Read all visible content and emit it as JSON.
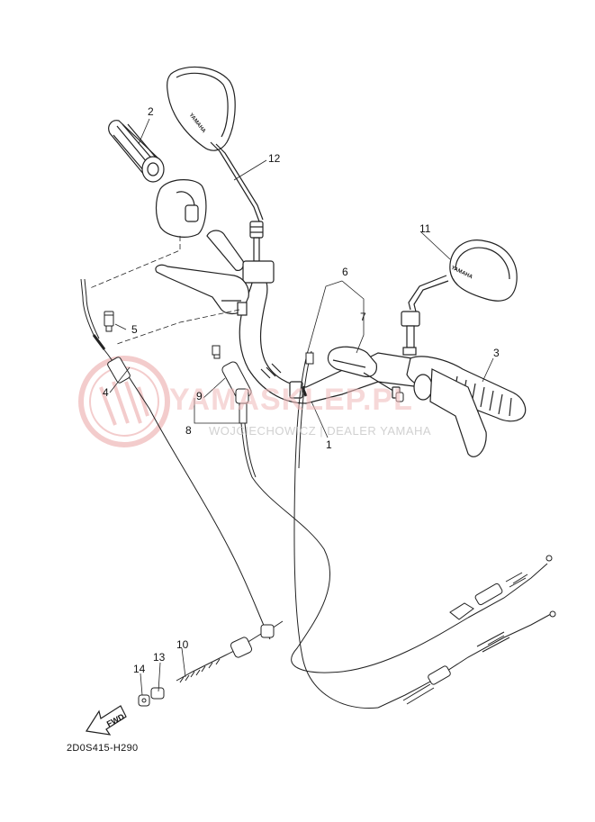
{
  "diagram": {
    "code": "2D0S415-H290",
    "fwd_label": "FWD",
    "brand_on_mirror": "YAMAHA",
    "watermark": {
      "text": "YAMASKLEP.PL",
      "subtext": "WOJCIECHOWICZ | DEALER YAMAHA",
      "color": "#e58f8f"
    },
    "callouts": [
      "1",
      "2",
      "3",
      "4",
      "5",
      "6",
      "7",
      "8",
      "9",
      "10",
      "11",
      "12",
      "13",
      "14"
    ]
  }
}
